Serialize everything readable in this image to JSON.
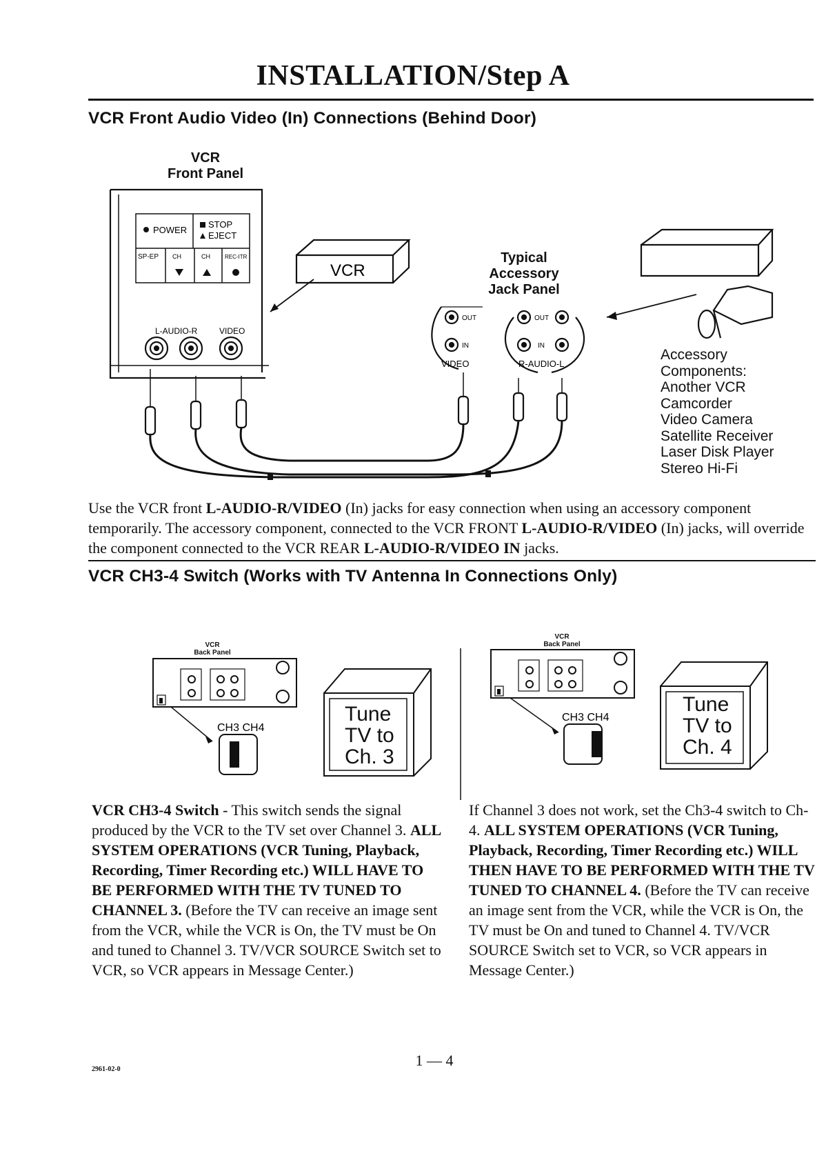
{
  "title": "INSTALLATION/Step A",
  "section1": {
    "heading": "VCR Front Audio Video (In) Connections (Behind Door)",
    "diagram": {
      "front_panel_label": [
        "VCR",
        "Front Panel"
      ],
      "power_label": "POWER",
      "stop_label": "STOP",
      "eject_label": "EJECT",
      "spep_label": "SP-EP",
      "ch_label": "CH",
      "rec_label": "REC-ITR",
      "laudior_label": "L-AUDIO-R",
      "video_label": "VIDEO",
      "vcr_box_label": "VCR",
      "jack_panel_label": [
        "Typical",
        "Accessory",
        "Jack Panel"
      ],
      "jack_out": "OUT",
      "jack_in": "IN",
      "jack_video": "VIDEO",
      "jack_raudiol": "R-AUDIO-L",
      "accessory_list": [
        "Accessory",
        "Components:",
        "Another VCR",
        "Camcorder",
        "Video Camera",
        "Satellite Receiver",
        "Laser Disk Player",
        "Stereo Hi-Fi"
      ]
    },
    "paragraph": {
      "p1": "Use the VCR front ",
      "b1": "L-AUDIO-R/VIDEO",
      "p2": " (In) jacks for easy connection when using an accessory component temporarily. The accessory component, connected to the VCR FRONT ",
      "b2": "L-AUDIO-R/VIDEO",
      "p3": " (In) jacks, will override the component connected to the VCR REAR ",
      "b3": "L-AUDIO-R/VIDEO IN",
      "p4": " jacks."
    }
  },
  "section2": {
    "heading": "VCR CH3-4 Switch (Works with TV Antenna In Connections Only)",
    "left_diagram": {
      "label": [
        "VCR",
        "Back Panel"
      ],
      "switch_label": "CH3  CH4",
      "tv_text": [
        "Tune",
        "TV to",
        "Ch. 3"
      ]
    },
    "right_diagram": {
      "label": [
        "VCR",
        "Back Panel"
      ],
      "switch_label": "CH3  CH4",
      "tv_text": [
        "Tune",
        "TV to",
        "Ch. 4"
      ]
    },
    "left_text": {
      "b1": "VCR CH3-4 Switch",
      "p1": " -  This switch sends the signal produced by the VCR to the TV set over Channel 3. ",
      "b2": "ALL SYSTEM OPERATIONS (VCR Tuning, Playback, Recording, Timer Recording etc.) WILL HAVE TO BE PERFORMED WITH THE TV TUNED TO CHANNEL 3.",
      "p2": " (Before the TV can receive an image sent from the VCR, while the VCR is On, the TV must be On and tuned to Channel 3. TV/VCR SOURCE Switch set to VCR, so VCR appears in Message Center.)"
    },
    "right_text": {
      "p1": "If Channel 3 does not work, set the Ch3-4 switch to Ch- 4. ",
      "b1": "ALL SYSTEM OPERATIONS (VCR Tuning, Playback, Recording, Timer Recording etc.) WILL THEN HAVE TO BE PERFORMED WITH THE TV TUNED TO CHANNEL 4.",
      "p2": " (Before the TV can receive an image sent from the VCR, while the VCR is On, the TV must be On and tuned to Channel 4. TV/VCR SOURCE Switch set to VCR, so VCR appears in Message Center.)"
    }
  },
  "footer": {
    "page_number": "1 — 4",
    "doc_code": "2961-02-0"
  }
}
